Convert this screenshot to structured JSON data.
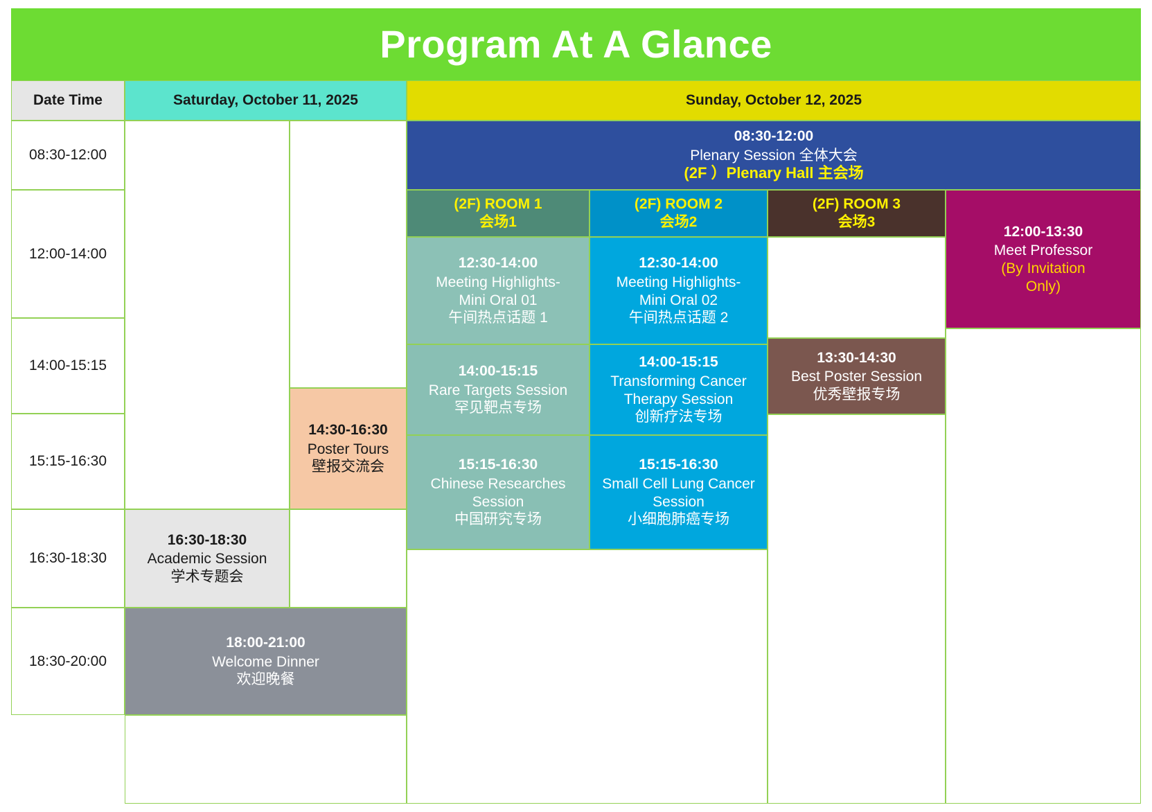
{
  "title": "Program At A Glance",
  "colors": {
    "banner_green": "#6ddc33",
    "saturday_header": "#5ce4cd",
    "sunday_header": "#e2dc00",
    "plenary_blue": "#2e4f9e",
    "room1": "#4e8a77",
    "room2": "#0091c8",
    "room3": "#4a322c",
    "meet_professor": "#a50d67",
    "poster_tours": "#f6c8a5",
    "welcome_dinner": "#8b9099",
    "gridline": "#93d155",
    "accent_yellow": "#fff200"
  },
  "header": {
    "date_time_label": "Date Time",
    "saturday": "Saturday, October 11, 2025",
    "sunday": "Sunday, October 12, 2025"
  },
  "time_slots": [
    "08:30-12:00",
    "12:00-14:00",
    "14:00-15:15",
    "15:15-16:30",
    "16:30-18:30",
    "18:30-20:00"
  ],
  "rooms": {
    "room1": {
      "line1": "(2F)  ROOM 1",
      "line2": "会场1"
    },
    "room2": {
      "line1": "(2F)  ROOM 2",
      "line2": "会场2"
    },
    "room3": {
      "line1": "(2F)  ROOM 3",
      "line2": "会场3"
    }
  },
  "sessions": {
    "plenary": {
      "time": "08:30-12:00",
      "name": "Plenary Session 全体大会",
      "hall": "(2F ）Plenary Hall  主会场"
    },
    "mini_oral_01": {
      "time": "12:30-14:00",
      "name_line1": "Meeting Highlights-",
      "name_line2": "Mini Oral 01",
      "cn": "午间热点话题 1"
    },
    "mini_oral_02": {
      "time": "12:30-14:00",
      "name_line1": "Meeting Highlights-",
      "name_line2": "Mini Oral 02",
      "cn": "午间热点话题 2"
    },
    "rare_targets": {
      "time": "14:00-15:15",
      "name": "Rare Targets Session",
      "cn": "罕见靶点专场"
    },
    "transforming_cancer": {
      "time": "14:00-15:15",
      "name_line1": "Transforming Cancer",
      "name_line2": "Therapy Session",
      "cn": "创新疗法专场"
    },
    "chinese_researches": {
      "time": "15:15-16:30",
      "name_line1": "Chinese Researches",
      "name_line2": "Session",
      "cn": "中国研究专场"
    },
    "small_cell_lung": {
      "time": "15:15-16:30",
      "name_line1": "Small Cell Lung Cancer",
      "name_line2": "Session",
      "cn": "小细胞肺癌专场"
    },
    "meet_professor": {
      "time": "12:00-13:30",
      "name": "Meet Professor",
      "note_line1": "(By Invitation",
      "note_line2": "Only)"
    },
    "best_poster": {
      "time": "13:30-14:30",
      "name": "Best Poster Session",
      "cn": "优秀壁报专场"
    },
    "poster_tours": {
      "time": "14:30-16:30",
      "name": "Poster Tours",
      "cn": "壁报交流会"
    },
    "academic": {
      "time": "16:30-18:30",
      "name": "Academic Session",
      "cn": "学术专题会"
    },
    "welcome_dinner": {
      "time": "18:00-21:00",
      "name": "Welcome Dinner",
      "cn": "欢迎晚餐"
    }
  }
}
